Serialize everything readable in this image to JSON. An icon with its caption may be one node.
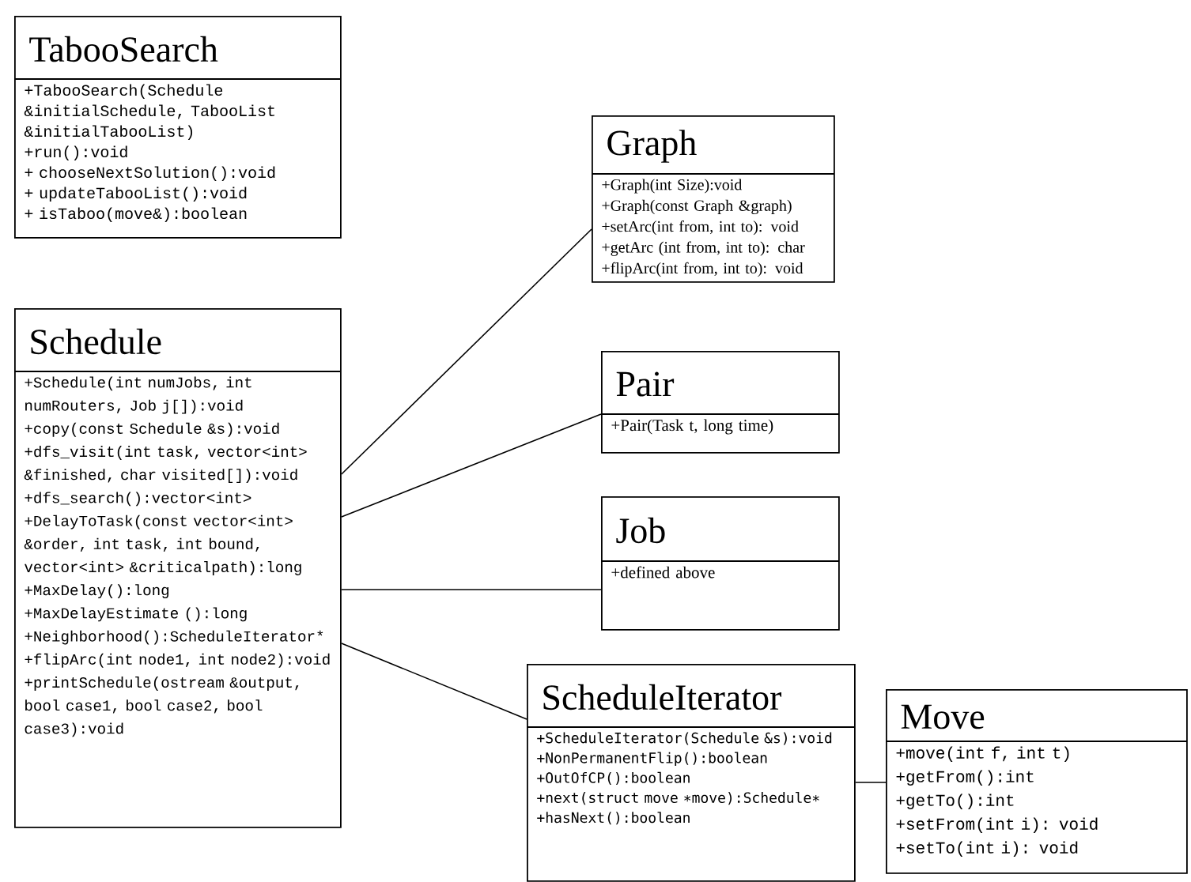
{
  "diagram": {
    "nodes": [
      {
        "text": [
          "TabooSearch",
          "+TabooSearch(Schedule &initialSchedule, TabooList &initialTabooList)",
          "+run():void",
          "+ chooseNextSolution():void",
          "+ updateTabooList():void",
          "+ isTaboo(move&):boolean"
        ]
      },
      {
        "text": [
          "Schedule",
          "+Schedule(int numJobs, int numRouters, Job j[]):void",
          "+copy(const Schedule &s):void",
          "+dfs_visit(int task, vector<int> &finished, char visited[]):void",
          "+dfs_search():vector<int>",
          "+DelayToTask(const vector<int> &order, int task, int bound, vector<int> &criticalpath):long",
          "+MaxDelay():long",
          "+MaxDelayEstimate ():long",
          "+Neighborhood():ScheduleIterator*",
          "+flipArc(int node1, int node2):void",
          "+printSchedule(ostream &output, bool case1, bool case2, bool case3):void"
        ]
      },
      {
        "text": [
          "Graph",
          "+Graph(int Size):void",
          "+Graph(const Graph &graph)",
          "+setArc(int from, int to): void",
          "+getArc (int from, int to): char",
          "+flipArc(int from, int to): void"
        ]
      },
      {
        "text": [
          "Pair",
          "+Pair(Task t, long time)"
        ]
      },
      {
        "text": [
          "Job",
          "+defined above"
        ]
      },
      {
        "text": [
          "ScheduleIterator",
          "+ScheduleIterator(Schedule &s):void",
          "+NonPermanentFlip():boolean",
          "+OutOfCP():boolean",
          "+next(struct move ∗move):Schedule∗",
          "+hasNext():boolean"
        ]
      },
      {
        "text": [
          "Move",
          "+move(int f, int t)",
          "+getFrom():int",
          "+getTo():int",
          "+setFrom(int i): void",
          "+setTo(int i): void"
        ]
      }
    ],
    "edges": [
      {
        "from": 1,
        "to": 2,
        "arrow": "none"
      },
      {
        "from": 1,
        "to": 3,
        "arrow": "none"
      },
      {
        "from": 1,
        "to": 4,
        "arrow": "none"
      },
      {
        "from": 1,
        "to": 5,
        "arrow": "none"
      },
      {
        "from": 5,
        "to": 6,
        "arrow": "none"
      }
    ]
  }
}
